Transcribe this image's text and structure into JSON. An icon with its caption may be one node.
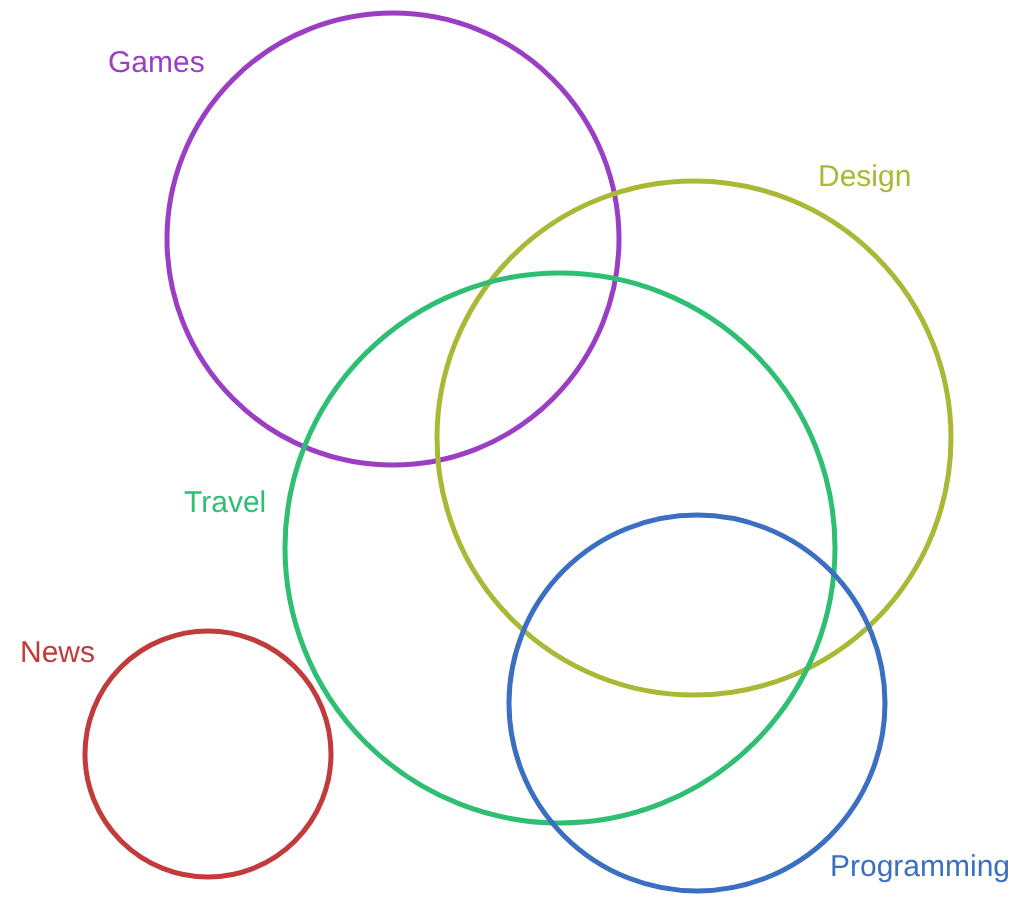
{
  "diagram": {
    "nodes": [
      {
        "text": [
          "Games"
        ]
      },
      {
        "text": [
          "Design"
        ]
      },
      {
        "text": [
          "Travel"
        ]
      },
      {
        "text": [
          "News"
        ]
      },
      {
        "text": [
          "Programming"
        ]
      }
    ],
    "edges": []
  }
}
